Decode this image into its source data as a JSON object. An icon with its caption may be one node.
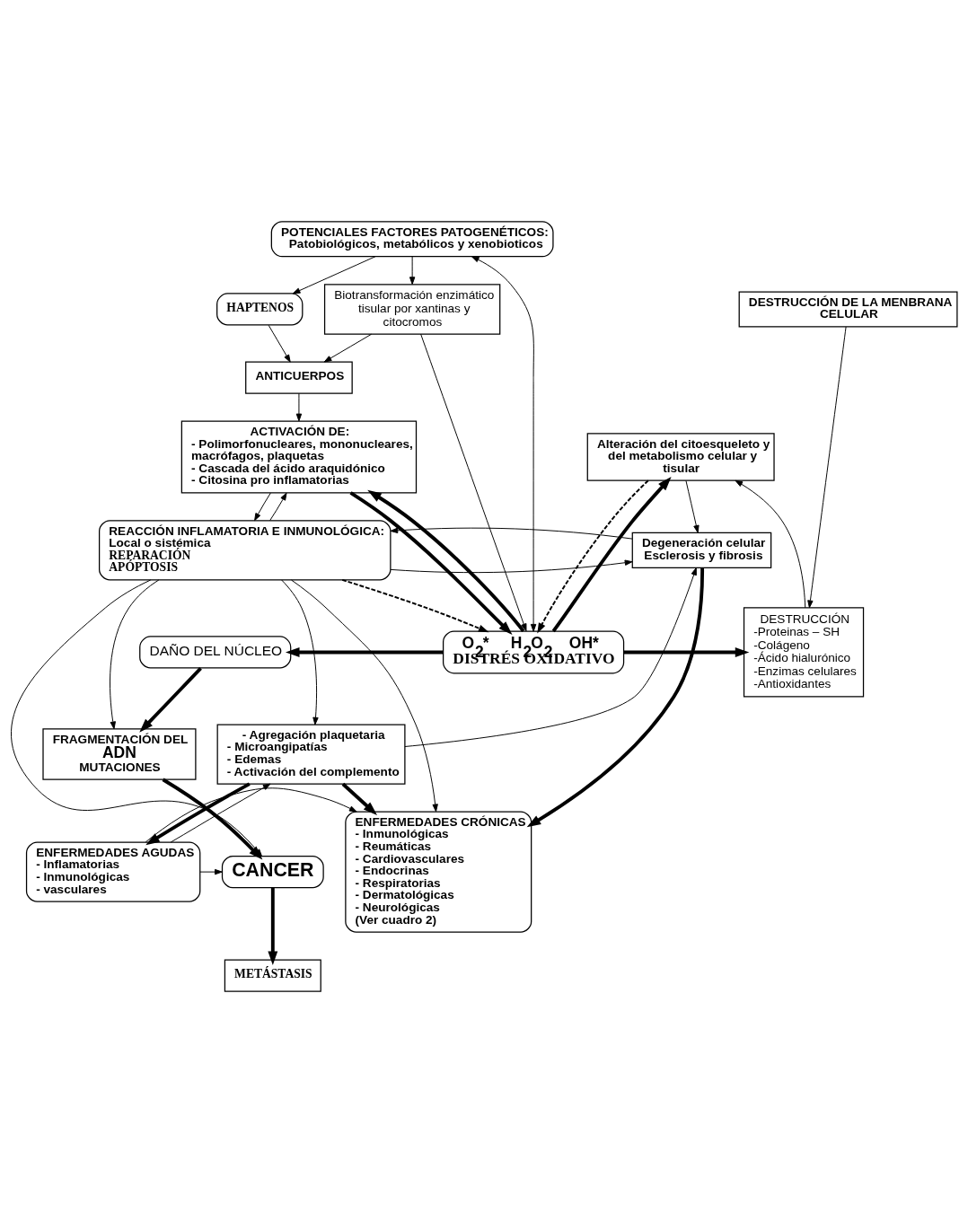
{
  "diagram": {
    "nodes": [
      {
        "text": [
          "POTENCIALES FACTORES PATOGENÉTICOS:",
          "Patobiológicos, metabólicos y xenobioticos"
        ]
      },
      {
        "text": [
          "Biotransformación enzimático tisular por xantinas y citocromos"
        ]
      },
      {
        "text": [
          "HAPTENOS"
        ]
      },
      {
        "text": [
          "DESTRUCCIÓN DE LA MENBRANA CELULAR"
        ]
      },
      {
        "text": [
          "ANTICUERPOS"
        ]
      },
      {
        "text": [
          "DESTRUCCIÓN",
          "-Proteinas – SH",
          "-Colágeno",
          "-Ácido hialurónico",
          "-Enzimas celulares",
          "-Antioxidantes"
        ]
      },
      {
        "text": [
          "O$_{2}$*     H$_{2}$O$_{2}$     OH*",
          "DISTRÉS OXIDATIVO"
        ]
      },
      {
        "text": [
          "DAÑO DEL NÚCLEO"
        ]
      },
      {
        "text": [
          "Alteración del citoesqueleto y del metabolismo celular y tisular"
        ]
      },
      {
        "text": [
          "ACTIVACIÓN DE:",
          "- Polimorfonucleares, mononucleares, macrófagos, plaquetas",
          "- Cascada del ácido araquidónico",
          "- Citosina pro inflamatorias"
        ]
      },
      {
        "text": [
          "Degeneración celular Esclerosis y fibrosis"
        ]
      },
      {
        "text": [
          "REACCIÓN INFLAMATORIA E INMUNOLÓGICA:",
          "Local o sistémica",
          "REPARACIÓN",
          "APÓPTOSIS"
        ]
      },
      {
        "text": [
          "- Agregación plaquetaria",
          "- Microangipatías",
          "- Edemas",
          "- Activación del complemento"
        ]
      },
      {
        "text": [
          "FRAGMENTACIÓN DEL",
          "ADN",
          "MUTACIONES"
        ]
      },
      {
        "text": [
          "ENFERMEDADES CRÓNICAS",
          "- Inmunológicas",
          "- Reumáticas",
          "- Cardiovasculares",
          "- Endocrinas",
          "- Respiratorias",
          "- Dermatológicas",
          "- Neurológicas",
          "(Ver cuadro 2)"
        ]
      },
      {
        "text": [
          "ENFERMEDADES AGUDAS",
          "- Inflamatorias",
          "- Inmunológicas",
          "- vasculares"
        ]
      },
      {
        "text": [
          "CANCER"
        ]
      },
      {
        "text": [
          "METÁSTASIS"
        ]
      }
    ],
    "edges": [
      {
        "from": 0,
        "to": 1,
        "arrow": "to"
      },
      {
        "from": 0,
        "to": 2,
        "arrow": "to"
      },
      {
        "from": 0,
        "to": 6,
        "arrow": "both"
      },
      {
        "from": 2,
        "to": 4,
        "arrow": "to"
      },
      {
        "from": 1,
        "to": 4,
        "arrow": "to"
      },
      {
        "from": 1,
        "to": 6,
        "arrow": "to"
      },
      {
        "from": 3,
        "to": 5,
        "arrow": "to"
      },
      {
        "from": 6,
        "to": 5,
        "arrow": "to",
        "style": "thick"
      },
      {
        "from": 6,
        "to": 8,
        "arrow": "to",
        "style": "thick"
      },
      {
        "from": 8,
        "to": 6,
        "arrow": "to",
        "style": "dashed"
      },
      {
        "from": 11,
        "to": 6,
        "arrow": "to",
        "style": "dashed"
      },
      {
        "from": 6,
        "to": 9,
        "arrow": "to",
        "style": "thick"
      },
      {
        "from": 9,
        "to": 6,
        "arrow": "to",
        "style": "thick"
      },
      {
        "from": 6,
        "to": 7,
        "arrow": "to",
        "style": "thick"
      },
      {
        "from": 4,
        "to": 9,
        "arrow": "to"
      },
      {
        "from": 5,
        "to": 8,
        "arrow": "to"
      },
      {
        "from": 8,
        "to": 10,
        "arrow": "to"
      },
      {
        "from": 9,
        "to": 11,
        "arrow": "to"
      },
      {
        "from": 11,
        "to": 9,
        "arrow": "to"
      },
      {
        "from": 11,
        "to": 10,
        "arrow": "to"
      },
      {
        "from": 10,
        "to": 11,
        "arrow": "to"
      },
      {
        "from": 7,
        "to": 13,
        "arrow": "to",
        "style": "thick"
      },
      {
        "from": 11,
        "to": 13,
        "arrow": "to"
      },
      {
        "from": 11,
        "to": 12,
        "arrow": "to"
      },
      {
        "from": 12,
        "to": 10,
        "arrow": "to"
      },
      {
        "from": 10,
        "to": 14,
        "arrow": "to",
        "style": "thick"
      },
      {
        "from": 11,
        "to": 14,
        "arrow": "to"
      },
      {
        "from": 12,
        "to": 14,
        "arrow": "to",
        "style": "thick"
      },
      {
        "from": 11,
        "to": 16,
        "arrow": "to"
      },
      {
        "from": 12,
        "to": 15,
        "arrow": "to",
        "style": "thick"
      },
      {
        "from": 15,
        "to": 12,
        "arrow": "to"
      },
      {
        "from": 15,
        "to": 14,
        "arrow": "to"
      },
      {
        "from": 15,
        "to": 16,
        "arrow": "to"
      },
      {
        "from": 13,
        "to": 16,
        "arrow": "to",
        "style": "thick"
      },
      {
        "from": 16,
        "to": 17,
        "arrow": "to",
        "style": "thick"
      }
    ]
  }
}
